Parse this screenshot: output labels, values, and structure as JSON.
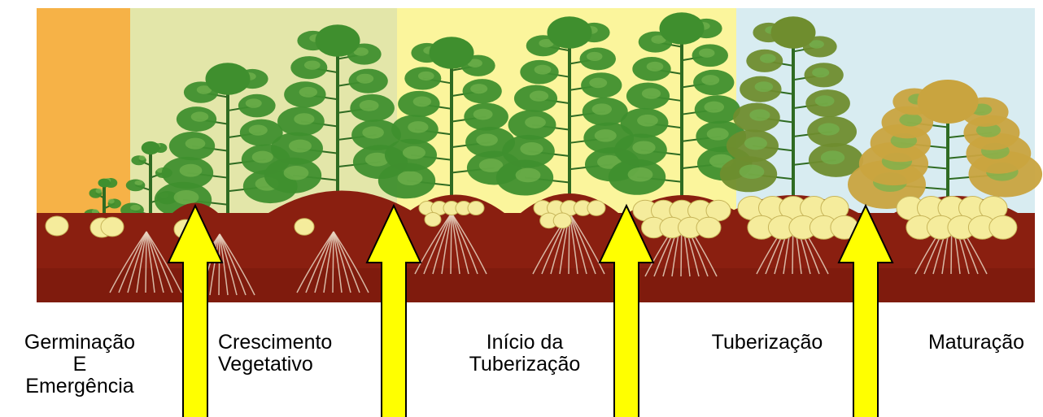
{
  "colors": {
    "band_orange": "#f6b247",
    "band_green": "#e3e6a9",
    "band_yellow": "#fbf59c",
    "band_blue": "#d8ecf1",
    "soil": "#8a1f10",
    "soil_dark": "#6a140a",
    "leaf": "#3f8f2e",
    "leaf_light": "#73b44f",
    "dry_leaf": "#c9a43f",
    "tuber": "#f5ec9c",
    "tuber_stroke": "#c7b55a",
    "root": "#e8d3c0",
    "arrow_fill": "#ffff00",
    "arrow_stroke": "#000000"
  },
  "stages": [
    {
      "icon": "sprout-plant-icon",
      "lines": [
        "Germinação",
        "E",
        "Emergência"
      ]
    },
    {
      "icon": "leafy-plant-icon",
      "lines": [
        "Crescimento",
        "Vegetativo"
      ]
    },
    {
      "icon": "plant-with-tubers-icon",
      "lines": [
        "Início da",
        "Tuberização"
      ]
    },
    {
      "icon": "plant-with-large-tubers-icon",
      "lines": [
        "Tuberização"
      ]
    },
    {
      "icon": "mature-dry-plant-icon",
      "lines": [
        "Maturação"
      ]
    }
  ],
  "arrows": [
    "up-arrow-icon",
    "up-arrow-icon",
    "up-arrow-icon",
    "up-arrow-icon"
  ]
}
